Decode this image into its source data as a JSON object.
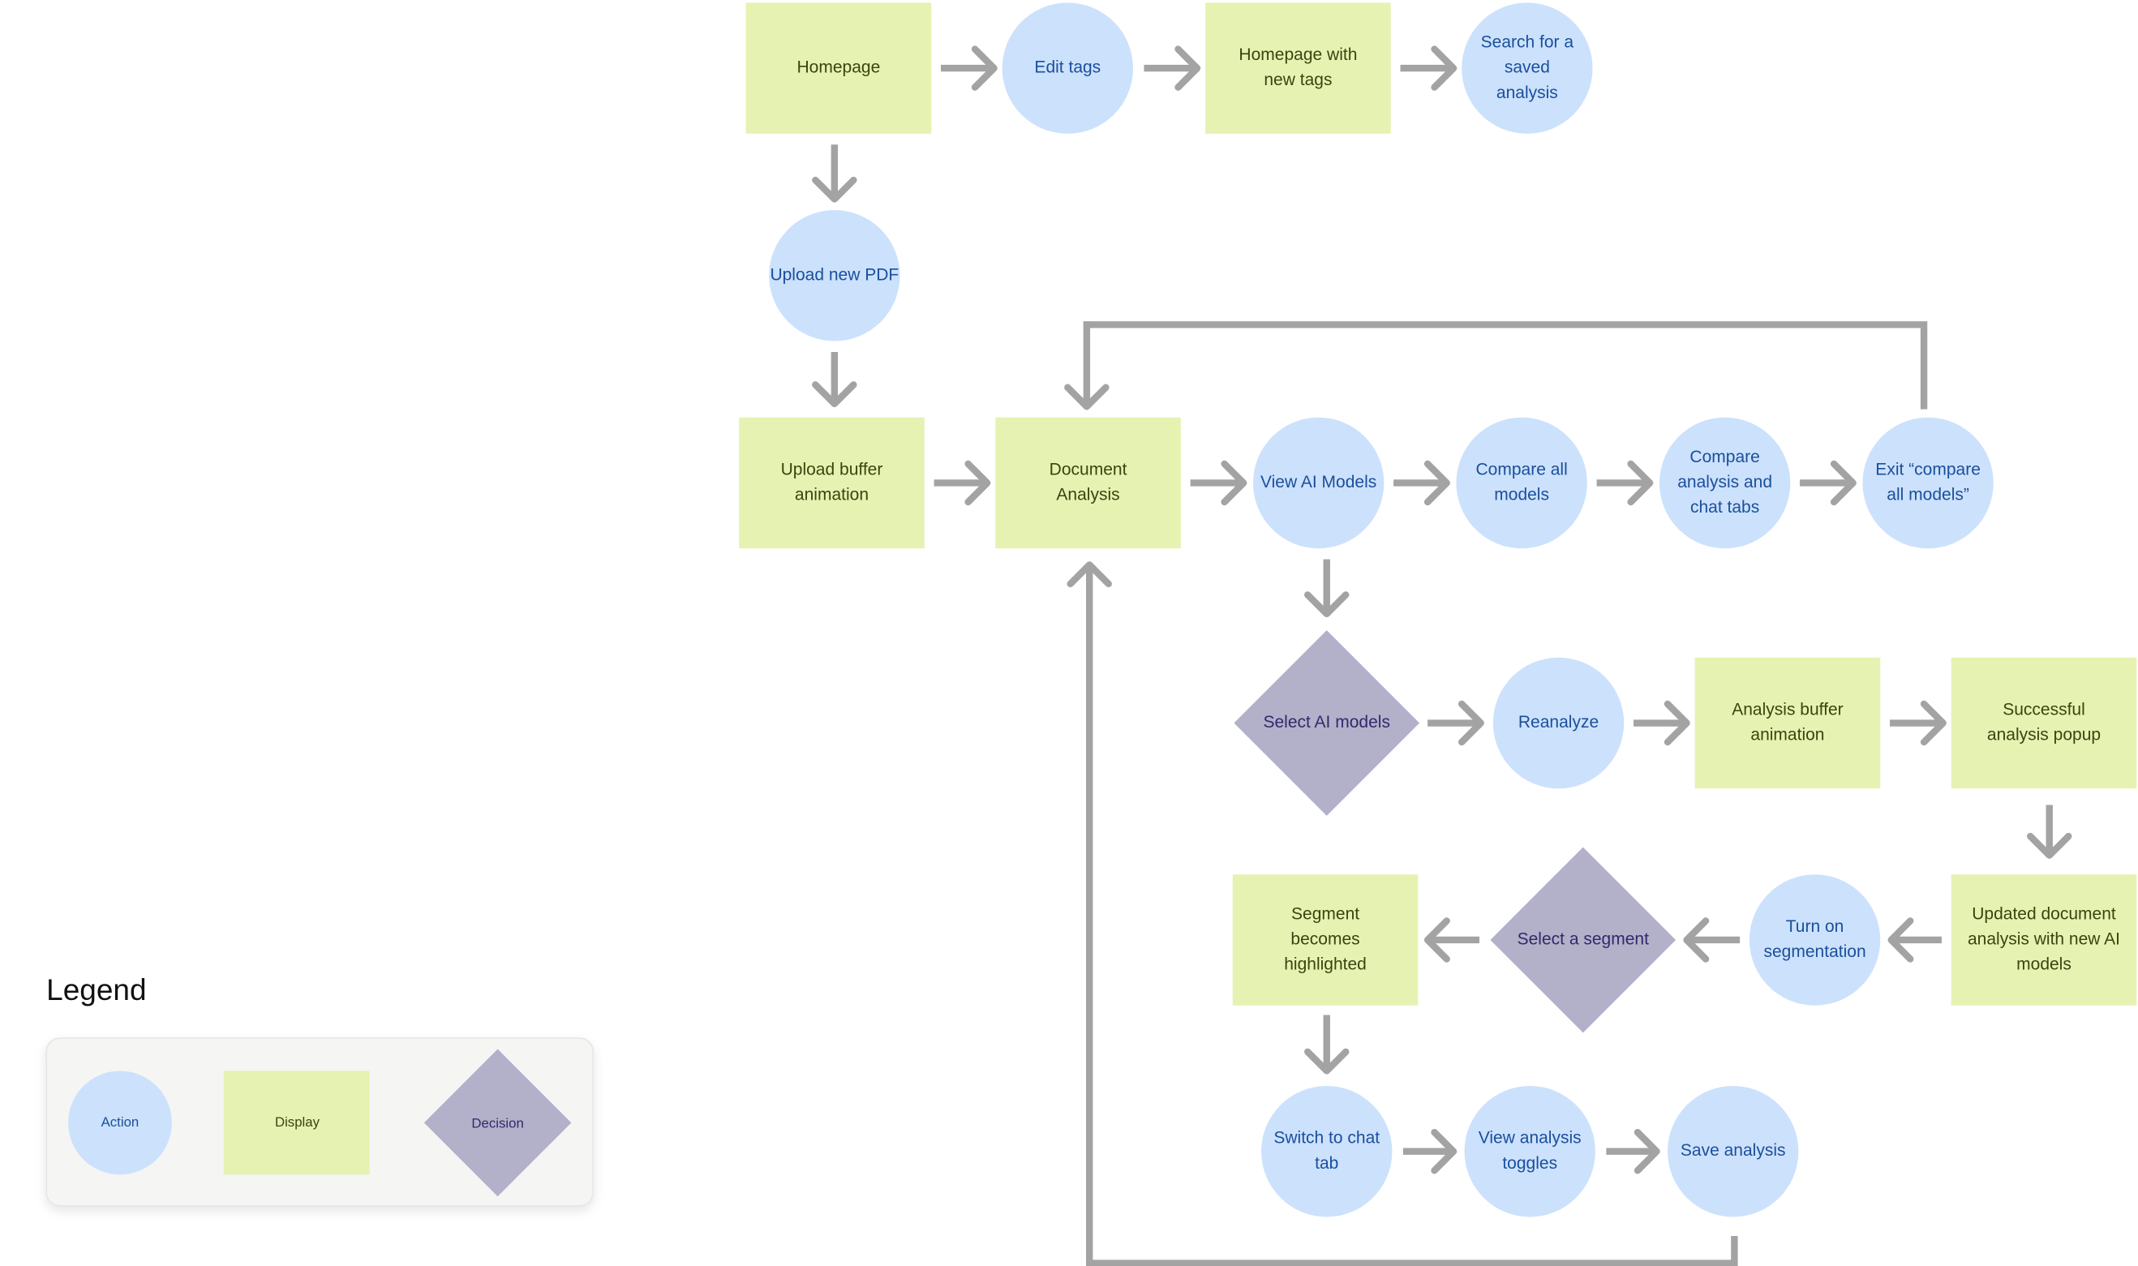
{
  "colors": {
    "action_fill": "#cce1fc",
    "display_fill": "#e6f2b1",
    "decision_fill": "#b3b0ca",
    "connector": "#a3a3a3",
    "legend_bg": "#f5f5f4"
  },
  "nodes": [
    {
      "id": "homepage",
      "type": "display",
      "lines": [
        "Homepage"
      ]
    },
    {
      "id": "edit-tags",
      "type": "action",
      "lines": [
        "Edit tags"
      ]
    },
    {
      "id": "homepage-new-tags",
      "type": "display",
      "lines": [
        "Homepage with",
        "new tags"
      ]
    },
    {
      "id": "search-saved",
      "type": "action",
      "lines": [
        "Search for a",
        "saved",
        "analysis"
      ]
    },
    {
      "id": "upload-pdf",
      "type": "action",
      "lines": [
        "Upload new PDF"
      ]
    },
    {
      "id": "upload-buffer",
      "type": "display",
      "lines": [
        "Upload buffer",
        "animation"
      ]
    },
    {
      "id": "document-analysis",
      "type": "display",
      "lines": [
        "Document",
        "Analysis"
      ]
    },
    {
      "id": "view-ai-models",
      "type": "action",
      "lines": [
        "View AI Models"
      ]
    },
    {
      "id": "compare-all",
      "type": "action",
      "lines": [
        "Compare all",
        "models"
      ]
    },
    {
      "id": "compare-tabs",
      "type": "action",
      "lines": [
        "Compare",
        "analysis and",
        "chat tabs"
      ]
    },
    {
      "id": "exit-compare",
      "type": "action",
      "lines": [
        "Exit “compare",
        "all models”"
      ]
    },
    {
      "id": "select-ai-models",
      "type": "decision",
      "lines": [
        "Select AI models"
      ]
    },
    {
      "id": "reanalyze",
      "type": "action",
      "lines": [
        "Reanalyze"
      ]
    },
    {
      "id": "analysis-buffer",
      "type": "display",
      "lines": [
        "Analysis buffer",
        "animation"
      ]
    },
    {
      "id": "success-popup",
      "type": "display",
      "lines": [
        "Successful",
        "analysis popup"
      ]
    },
    {
      "id": "updated-analysis",
      "type": "display",
      "lines": [
        "Updated document",
        "analysis with new AI",
        "models"
      ]
    },
    {
      "id": "turn-on-seg",
      "type": "action",
      "lines": [
        "Turn on",
        "segmentation"
      ]
    },
    {
      "id": "select-segment",
      "type": "decision",
      "lines": [
        "Select a segment"
      ]
    },
    {
      "id": "segment-highlighted",
      "type": "display",
      "lines": [
        "Segment",
        "becomes",
        "highlighted"
      ]
    },
    {
      "id": "switch-chat",
      "type": "action",
      "lines": [
        "Switch to chat",
        "tab"
      ]
    },
    {
      "id": "view-toggles",
      "type": "action",
      "lines": [
        "View analysis",
        "toggles"
      ]
    },
    {
      "id": "save-analysis",
      "type": "action",
      "lines": [
        "Save analysis"
      ]
    }
  ],
  "edges": [
    {
      "from": "homepage",
      "to": "edit-tags"
    },
    {
      "from": "edit-tags",
      "to": "homepage-new-tags"
    },
    {
      "from": "homepage-new-tags",
      "to": "search-saved"
    },
    {
      "from": "homepage",
      "to": "upload-pdf"
    },
    {
      "from": "upload-pdf",
      "to": "upload-buffer"
    },
    {
      "from": "upload-buffer",
      "to": "document-analysis"
    },
    {
      "from": "document-analysis",
      "to": "view-ai-models"
    },
    {
      "from": "view-ai-models",
      "to": "compare-all"
    },
    {
      "from": "compare-all",
      "to": "compare-tabs"
    },
    {
      "from": "compare-tabs",
      "to": "exit-compare"
    },
    {
      "from": "exit-compare",
      "to": "document-analysis"
    },
    {
      "from": "view-ai-models",
      "to": "select-ai-models"
    },
    {
      "from": "select-ai-models",
      "to": "reanalyze"
    },
    {
      "from": "reanalyze",
      "to": "analysis-buffer"
    },
    {
      "from": "analysis-buffer",
      "to": "success-popup"
    },
    {
      "from": "success-popup",
      "to": "updated-analysis"
    },
    {
      "from": "updated-analysis",
      "to": "turn-on-seg"
    },
    {
      "from": "turn-on-seg",
      "to": "select-segment"
    },
    {
      "from": "select-segment",
      "to": "segment-highlighted"
    },
    {
      "from": "segment-highlighted",
      "to": "switch-chat"
    },
    {
      "from": "switch-chat",
      "to": "view-toggles"
    },
    {
      "from": "view-toggles",
      "to": "save-analysis"
    },
    {
      "from": "save-analysis",
      "to": "document-analysis"
    }
  ],
  "legend": {
    "title": "Legend",
    "items": [
      {
        "type": "action",
        "label": "Action"
      },
      {
        "type": "display",
        "label": "Display"
      },
      {
        "type": "decision",
        "label": "Decision"
      }
    ]
  }
}
